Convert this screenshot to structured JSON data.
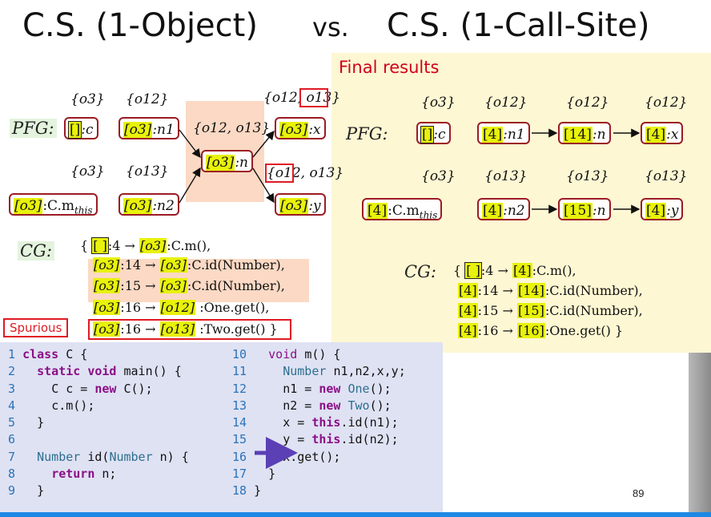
{
  "title": {
    "left": "C.S. (1-Object)",
    "vs": "vs.",
    "right": "C.S. (1-Call-Site)"
  },
  "left": {
    "pfg_label": "PFG:",
    "cg_label": "CG:",
    "sets": {
      "c": "{o3}",
      "n1": "{o12}",
      "mid": "{o12, o13}",
      "x": "{o12, o13}",
      "cm": "{o3}",
      "n2": "{o13}",
      "y": "{o12, o13}"
    },
    "nodes": {
      "c_ctx": "[]",
      "c_var": ":c",
      "n1_ctx": "[o3]",
      "n1_var": ":n1",
      "n_ctx": "[o3]",
      "n_var": ":n",
      "x_ctx": "[o3]",
      "x_var": ":x",
      "cm_ctx": "[o3]",
      "cm_var": ":C.m",
      "cm_sub": "this",
      "n2_ctx": "[o3]",
      "n2_var": ":n2",
      "y_ctx": "[o3]",
      "y_var": ":y"
    },
    "cg": [
      {
        "c1": "[ ]",
        "mid": ":4 → ",
        "c2": "[o3]",
        "rest": ":C.m(),"
      },
      {
        "c1": "[o3]",
        "mid": ":14 → ",
        "c2": "[o3]",
        "rest": ":C.id(Number),"
      },
      {
        "c1": "[o3]",
        "mid": ":15 → ",
        "c2": "[o3]",
        "rest": ":C.id(Number),"
      },
      {
        "c1": "[o3]",
        "mid": ":16 → ",
        "c2": "[o12]",
        "rest": " :One.get(),"
      },
      {
        "c1": "[o3]",
        "mid": ":16 → ",
        "c2": "[o13]",
        "rest": " :Two.get()"
      }
    ],
    "spurious": "Spurious"
  },
  "right": {
    "final_title": "Final results",
    "pfg_label": "PFG:",
    "cg_label": "CG:",
    "sets": {
      "c": "{o3}",
      "n1": "{o12}",
      "n14": "{o12}",
      "x": "{o12}",
      "cm": "{o3}",
      "n2": "{o13}",
      "n15": "{o13}",
      "y": "{o13}"
    },
    "nodes": {
      "c_ctx": "[]",
      "c_var": ":c",
      "n1_ctx": "[4]",
      "n1_var": ":n1",
      "n14_ctx": "[14]",
      "n14_var": ":n",
      "x_ctx": "[4]",
      "x_var": ":x",
      "cm_ctx": "[4]",
      "cm_var": ":C.m",
      "cm_sub": "this",
      "n2_ctx": "[4]",
      "n2_var": ":n2",
      "n15_ctx": "[15]",
      "n15_var": ":n",
      "y_ctx": "[4]",
      "y_var": ":y"
    },
    "cg": [
      {
        "c1": "[ ]",
        "mid": ":4 → ",
        "c2": "[4]",
        "rest": ":C.m(),"
      },
      {
        "c1": "[4]",
        "mid": ":14 → ",
        "c2": "[14]",
        "rest": ":C.id(Number),"
      },
      {
        "c1": "[4]",
        "mid": ":15 → ",
        "c2": "[15]",
        "rest": ":C.id(Number),"
      },
      {
        "c1": "[4]",
        "mid": ":16 → ",
        "c2": "[16]",
        "rest": ":One.get() }"
      }
    ]
  },
  "code_left": [
    {
      "n": "1",
      "t": "class C {"
    },
    {
      "n": "2",
      "t": "  static void main() {"
    },
    {
      "n": "3",
      "t": "    C c = new C();"
    },
    {
      "n": "4",
      "t": "    c.m();"
    },
    {
      "n": "5",
      "t": "  }"
    },
    {
      "n": "6",
      "t": ""
    },
    {
      "n": "7",
      "t": "  Number id(Number n) {"
    },
    {
      "n": "8",
      "t": "    return n;"
    },
    {
      "n": "9",
      "t": "  }"
    }
  ],
  "code_right": [
    {
      "n": "10",
      "t": "  void m() {"
    },
    {
      "n": "11",
      "t": "    Number n1,n2,x,y;"
    },
    {
      "n": "12",
      "t": "    n1 = new One();"
    },
    {
      "n": "13",
      "t": "    n2 = new Two();"
    },
    {
      "n": "14",
      "t": "    x = this.id(n1);"
    },
    {
      "n": "15",
      "t": "    y = this.id(n2);"
    },
    {
      "n": "16",
      "t": "    x.get();"
    },
    {
      "n": "17",
      "t": "  }"
    },
    {
      "n": "18",
      "t": "}"
    }
  ],
  "page_number": "89",
  "colors": {
    "highlight": "#e8f20a",
    "node_border": "#9b1c24",
    "red": "#e01b24",
    "final_panel": "#fdf7d3",
    "peach": "#fbd9c4",
    "code_bg": "#dfe2f3",
    "arrow": "#5b3fb5"
  }
}
